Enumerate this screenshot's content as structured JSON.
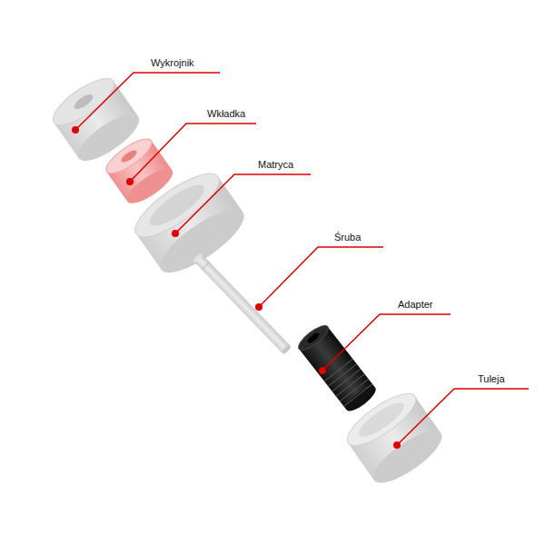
{
  "diagram": {
    "labels": [
      "Wykrojnik",
      "Wkładka",
      "Matryca",
      "Śruba",
      "Adapter",
      "Tuleja"
    ]
  }
}
